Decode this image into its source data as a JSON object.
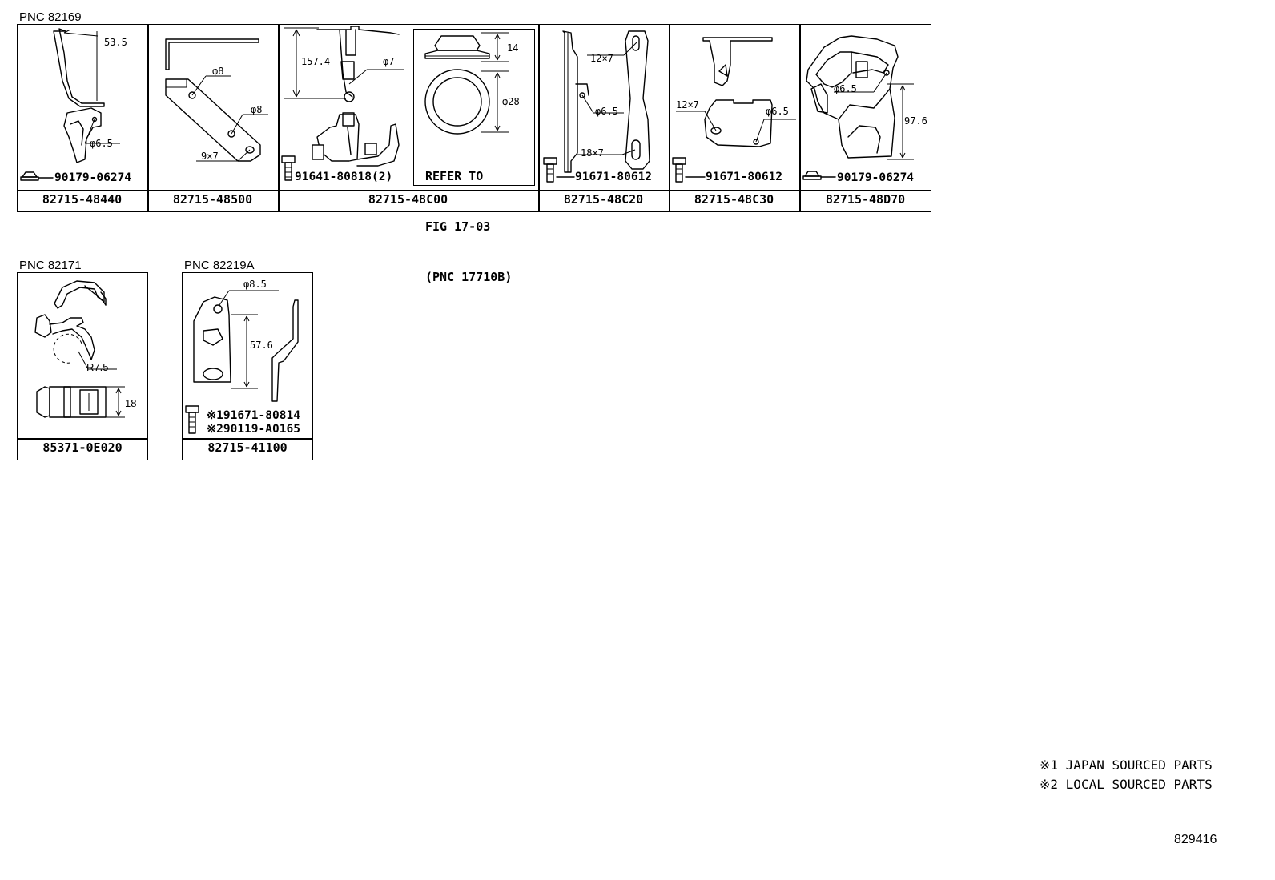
{
  "groups": [
    {
      "pnc": "PNC 82169",
      "cells": [
        {
          "part": "82715-48440",
          "bolt": "90179-06274",
          "dims": [
            "53.5",
            "φ6.5"
          ]
        },
        {
          "part": "82715-48500",
          "dims": [
            "φ8",
            "φ8",
            "9×7"
          ]
        },
        {
          "part": "82715-48C00",
          "bolt": "91641-80818(2)",
          "dims": [
            "157.4",
            "φ7",
            "14",
            "φ28"
          ],
          "refer": [
            "REFER TO",
            "FIG 17-03",
            "(PNC 17710B)"
          ]
        },
        {
          "part": "82715-48C20",
          "bolt": "91671-80612",
          "dims": [
            "12×7",
            "φ6.5",
            "18×7"
          ]
        },
        {
          "part": "82715-48C30",
          "bolt": "91671-80612",
          "dims": [
            "12×7",
            "φ6.5"
          ]
        },
        {
          "part": "82715-48D70",
          "bolt": "90179-06274",
          "dims": [
            "φ6.5",
            "97.6"
          ]
        }
      ]
    },
    {
      "pnc": "PNC 82171",
      "cells": [
        {
          "part": "85371-0E020",
          "dims": [
            "R7.5",
            "18"
          ]
        }
      ]
    },
    {
      "pnc": "PNC 82219A",
      "cells": [
        {
          "part": "82715-41100",
          "dims": [
            "φ8.5",
            "57.6"
          ],
          "bolts": [
            {
              "mark": "※1",
              "number": "91671-80814"
            },
            {
              "mark": "※2",
              "number": "90119-A0165"
            }
          ]
        }
      ]
    }
  ],
  "notes": [
    "※1 JAPAN SOURCED PARTS",
    "※2 LOCAL SOURCED PARTS"
  ],
  "figure_number": "829416"
}
